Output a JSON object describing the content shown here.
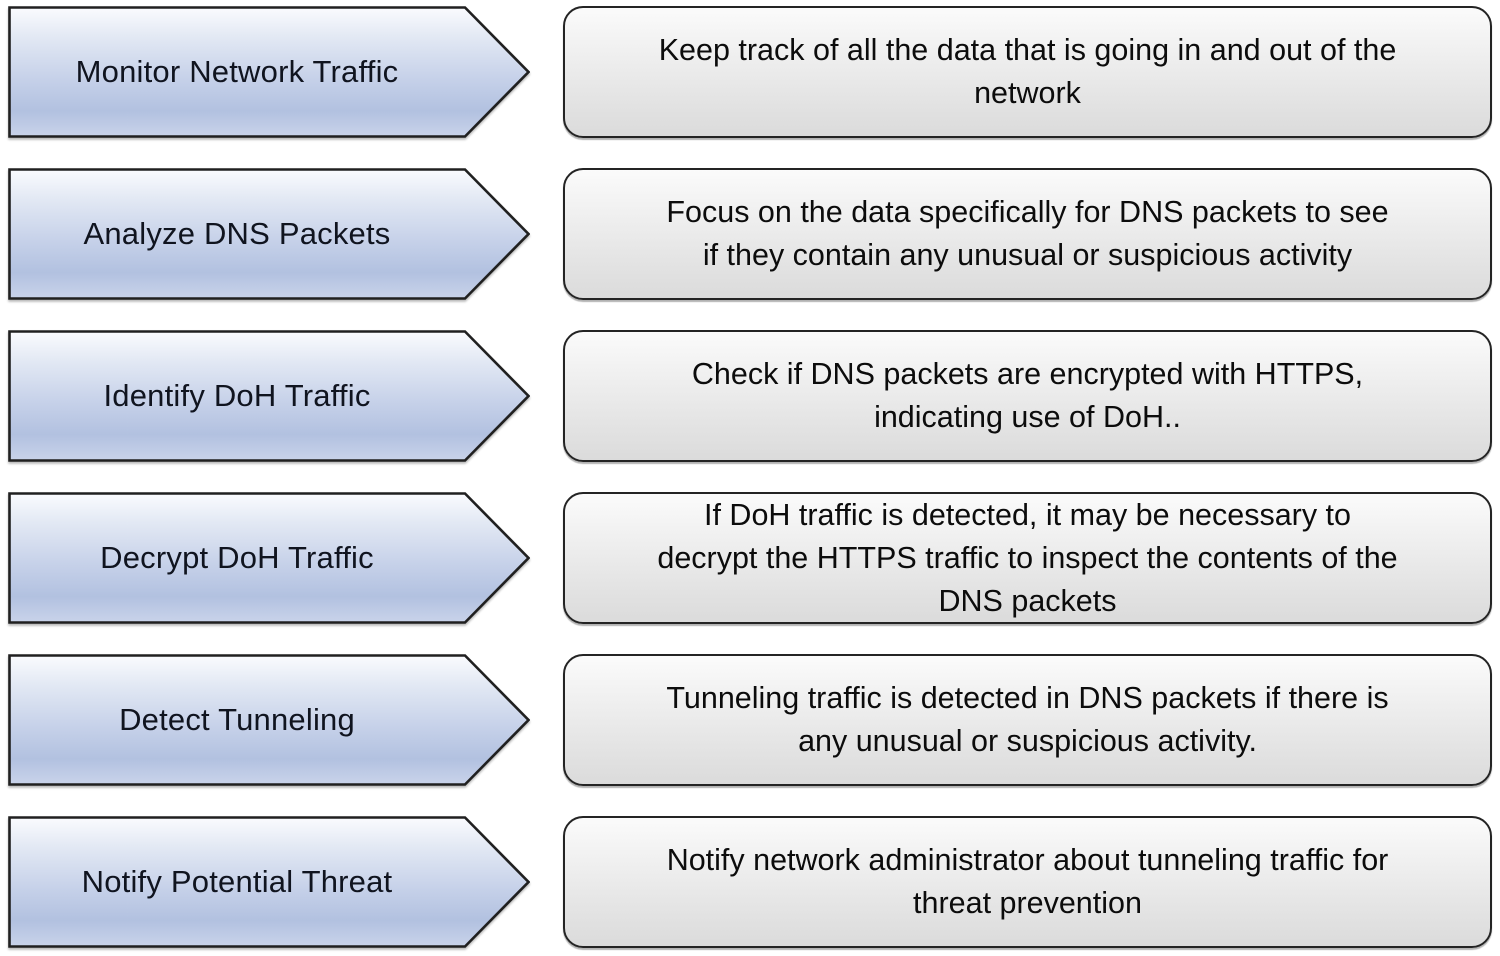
{
  "colors": {
    "arrow_fill_mid": "#c2cde7",
    "arrow_fill_dark": "#b2c1e0",
    "arrow_fill_light": "#fafbfe",
    "box_fill": "#ececec",
    "outline": "#242424",
    "step_text": "#10141f",
    "desc_text": "#0c0c0c"
  },
  "flow": {
    "rows": [
      {
        "step": "Monitor Network Traffic",
        "desc": "Keep track of all the data that is going in and out of the\nnetwork"
      },
      {
        "step": "Analyze DNS Packets",
        "desc": "Focus on the data specifically for DNS packets to see\nif they contain any unusual or suspicious activity"
      },
      {
        "step": "Identify DoH Traffic",
        "desc": "Check if DNS packets are encrypted with HTTPS,\nindicating use of DoH.."
      },
      {
        "step": "Decrypt DoH Traffic",
        "desc": "If DoH traffic is detected, it may be necessary to\ndecrypt the HTTPS traffic to inspect the contents of the\nDNS packets"
      },
      {
        "step": "Detect Tunneling",
        "desc": "Tunneling traffic is detected in DNS packets if there is\nany unusual or suspicious activity."
      },
      {
        "step": "Notify Potential Threat",
        "desc": "Notify network administrator about tunneling traffic for\nthreat prevention"
      }
    ]
  }
}
